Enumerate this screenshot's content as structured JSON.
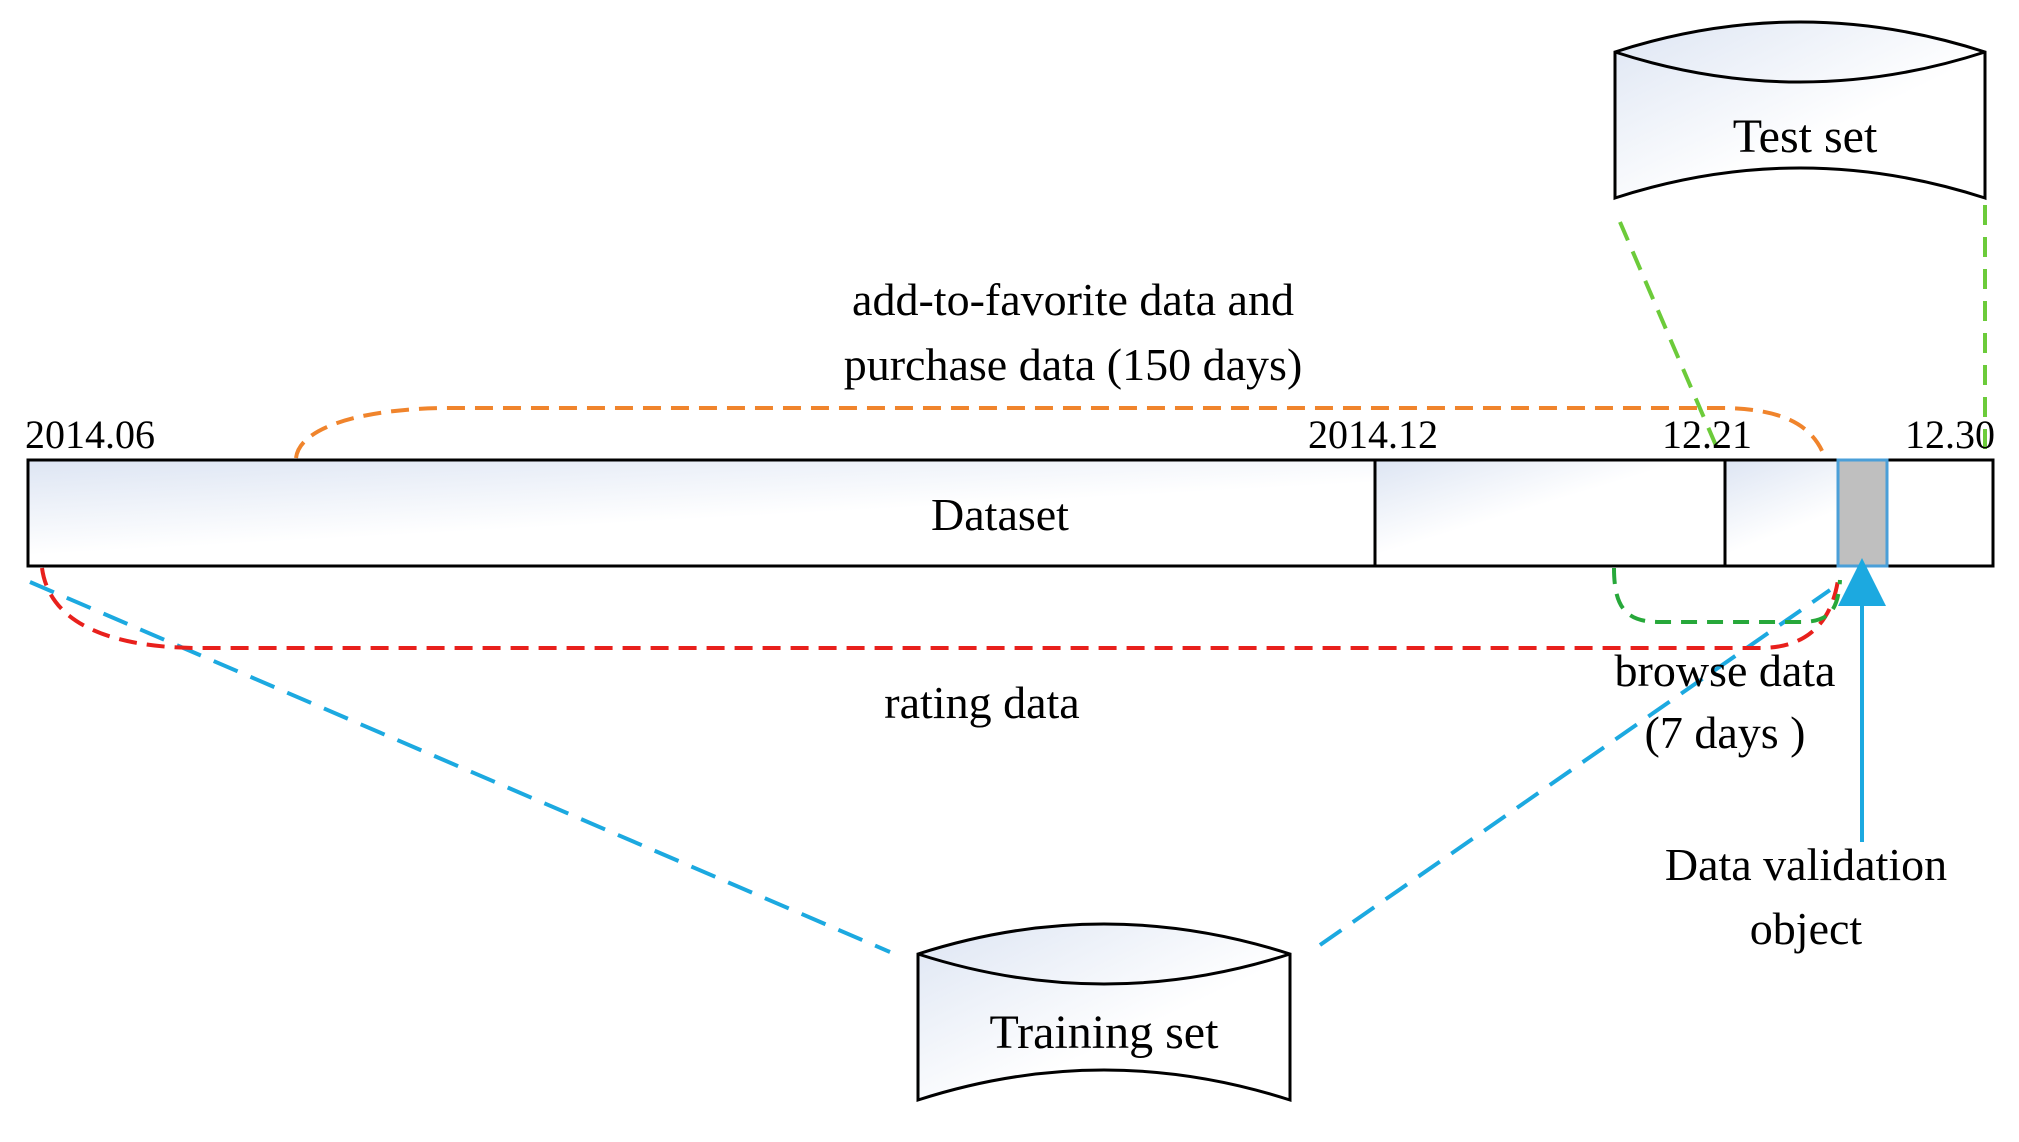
{
  "dates": {
    "start": "2014.06",
    "mid": "2014.12",
    "d1221": "12.21",
    "end": "12.30"
  },
  "bar": {
    "label": "Dataset"
  },
  "annotations": {
    "favorite_line1": "add-to-favorite data and",
    "favorite_line2": "purchase data (150 days)",
    "rating": "rating data",
    "browse_line1": "browse data",
    "browse_line2": "(7 days )",
    "validation_line1": "Data validation",
    "validation_line2": "object"
  },
  "datasets": {
    "test": "Test set",
    "training": "Training set"
  },
  "colors": {
    "orange": "#f0842c",
    "red": "#e8201c",
    "green_dark": "#27a83a",
    "green_light": "#6ccb3a",
    "blue": "#1ca9e0",
    "validation_fill": "#bfbfbf",
    "validation_stroke": "#4a9fd8"
  }
}
